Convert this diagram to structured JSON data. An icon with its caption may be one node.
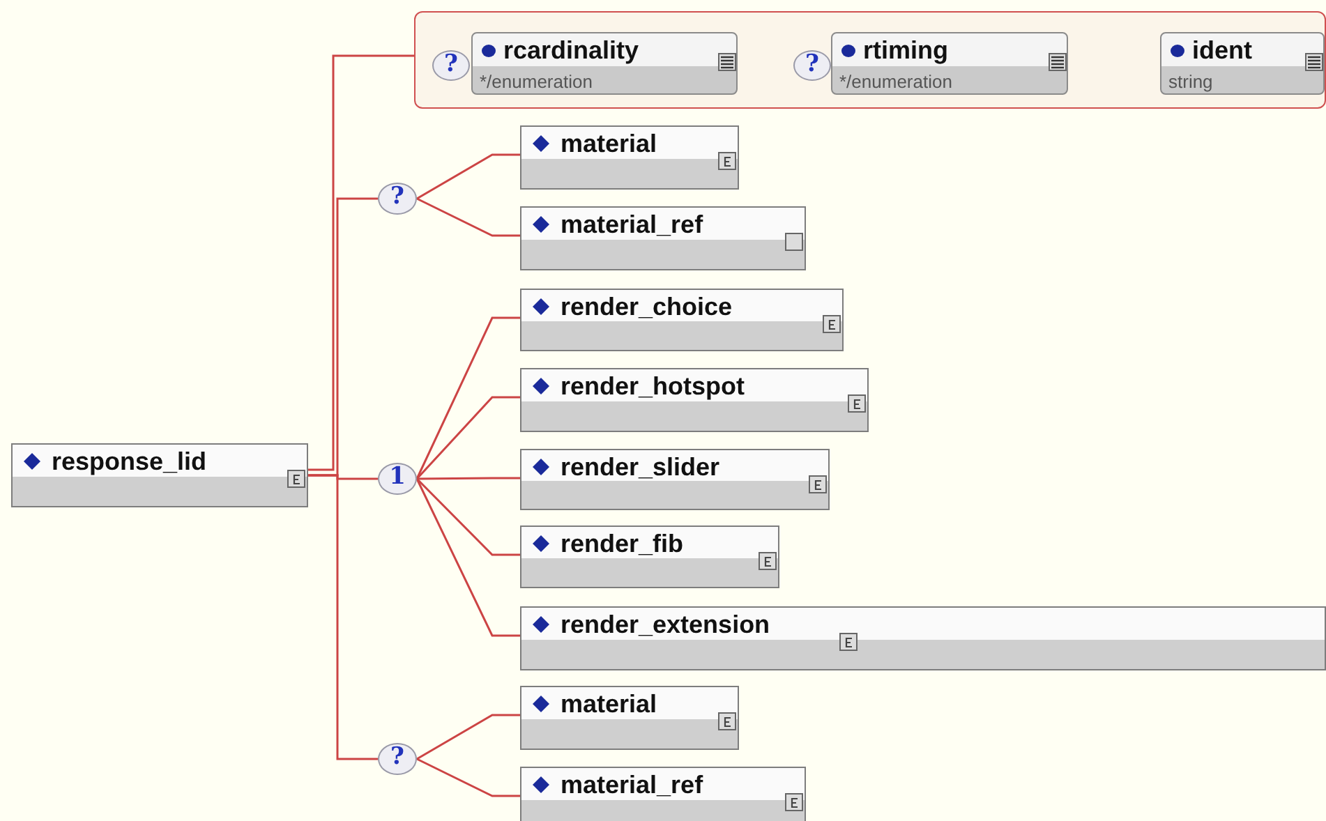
{
  "diagram": {
    "nodes": [
      {
        "text": [
          "response_lid"
        ]
      },
      {
        "text": [],
        "shape": "box"
      },
      {
        "text": [
          "?"
        ],
        "in": 1
      },
      {
        "text": [
          "rcardinality",
          "*/enumeration"
        ],
        "in": 1
      },
      {
        "text": [
          "?"
        ],
        "in": 1
      },
      {
        "text": [
          "rtiming",
          "*/enumeration"
        ],
        "in": 1
      },
      {
        "text": [
          "ident",
          "string"
        ],
        "in": 1
      },
      {
        "text": [
          "?"
        ]
      },
      {
        "text": [
          "material"
        ]
      },
      {
        "text": [
          "material_ref"
        ]
      },
      {
        "text": [
          "1"
        ]
      },
      {
        "text": [
          "render_choice"
        ]
      },
      {
        "text": [
          "render_hotspot"
        ]
      },
      {
        "text": [
          "render_slider"
        ]
      },
      {
        "text": [
          "render_fib"
        ]
      },
      {
        "text": [
          "render_extension"
        ]
      },
      {
        "text": [
          "?"
        ]
      },
      {
        "text": [
          "material"
        ]
      },
      {
        "text": [
          "material_ref"
        ]
      }
    ],
    "edges": [
      {
        "from": 0,
        "to": 1,
        "arrow": "none"
      },
      {
        "from": 0,
        "to": 7,
        "arrow": "none"
      },
      {
        "from": 0,
        "to": 10,
        "arrow": "none"
      },
      {
        "from": 0,
        "to": 16,
        "arrow": "none"
      },
      {
        "from": 7,
        "to": 8,
        "arrow": "none"
      },
      {
        "from": 7,
        "to": 9,
        "arrow": "none"
      },
      {
        "from": 10,
        "to": 11,
        "arrow": "none"
      },
      {
        "from": 10,
        "to": 12,
        "arrow": "none"
      },
      {
        "from": 10,
        "to": 13,
        "arrow": "none"
      },
      {
        "from": 10,
        "to": 14,
        "arrow": "none"
      },
      {
        "from": 10,
        "to": 15,
        "arrow": "none"
      },
      {
        "from": 16,
        "to": 17,
        "arrow": "none"
      },
      {
        "from": 16,
        "to": 18,
        "arrow": "none"
      }
    ]
  }
}
